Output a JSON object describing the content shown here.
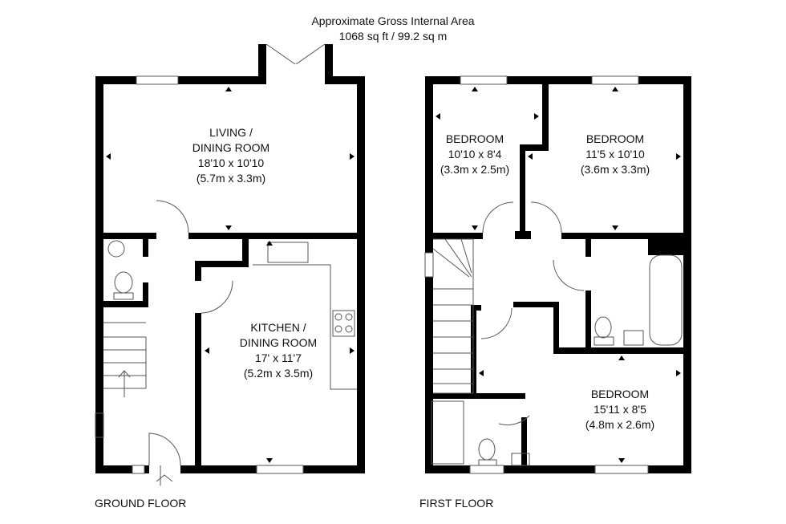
{
  "header": {
    "title": "Approximate Gross Internal Area",
    "area": "1068 sq ft / 99.2 sq m"
  },
  "floors": [
    {
      "label": "GROUND FLOOR",
      "rooms": [
        {
          "name_line1": "LIVING /",
          "name_line2": "DINING ROOM",
          "imperial": "18'10 x 10'10",
          "metric": "(5.7m x 3.3m)"
        },
        {
          "name_line1": "KITCHEN /",
          "name_line2": "DINING ROOM",
          "imperial": "17' x 11'7",
          "metric": "(5.2m x 3.5m)"
        }
      ]
    },
    {
      "label": "FIRST FLOOR",
      "rooms": [
        {
          "name": "BEDROOM",
          "imperial": "10'10 x 8'4",
          "metric": "(3.3m x 2.5m)"
        },
        {
          "name": "BEDROOM",
          "imperial": "11'5 x 10'10",
          "metric": "(3.6m x 3.3m)"
        },
        {
          "name": "BEDROOM",
          "imperial": "15'11 x 8'5",
          "metric": "(4.8m x 2.6m)"
        }
      ]
    }
  ],
  "colors": {
    "wall": "#000000",
    "fixture": "#555555"
  }
}
